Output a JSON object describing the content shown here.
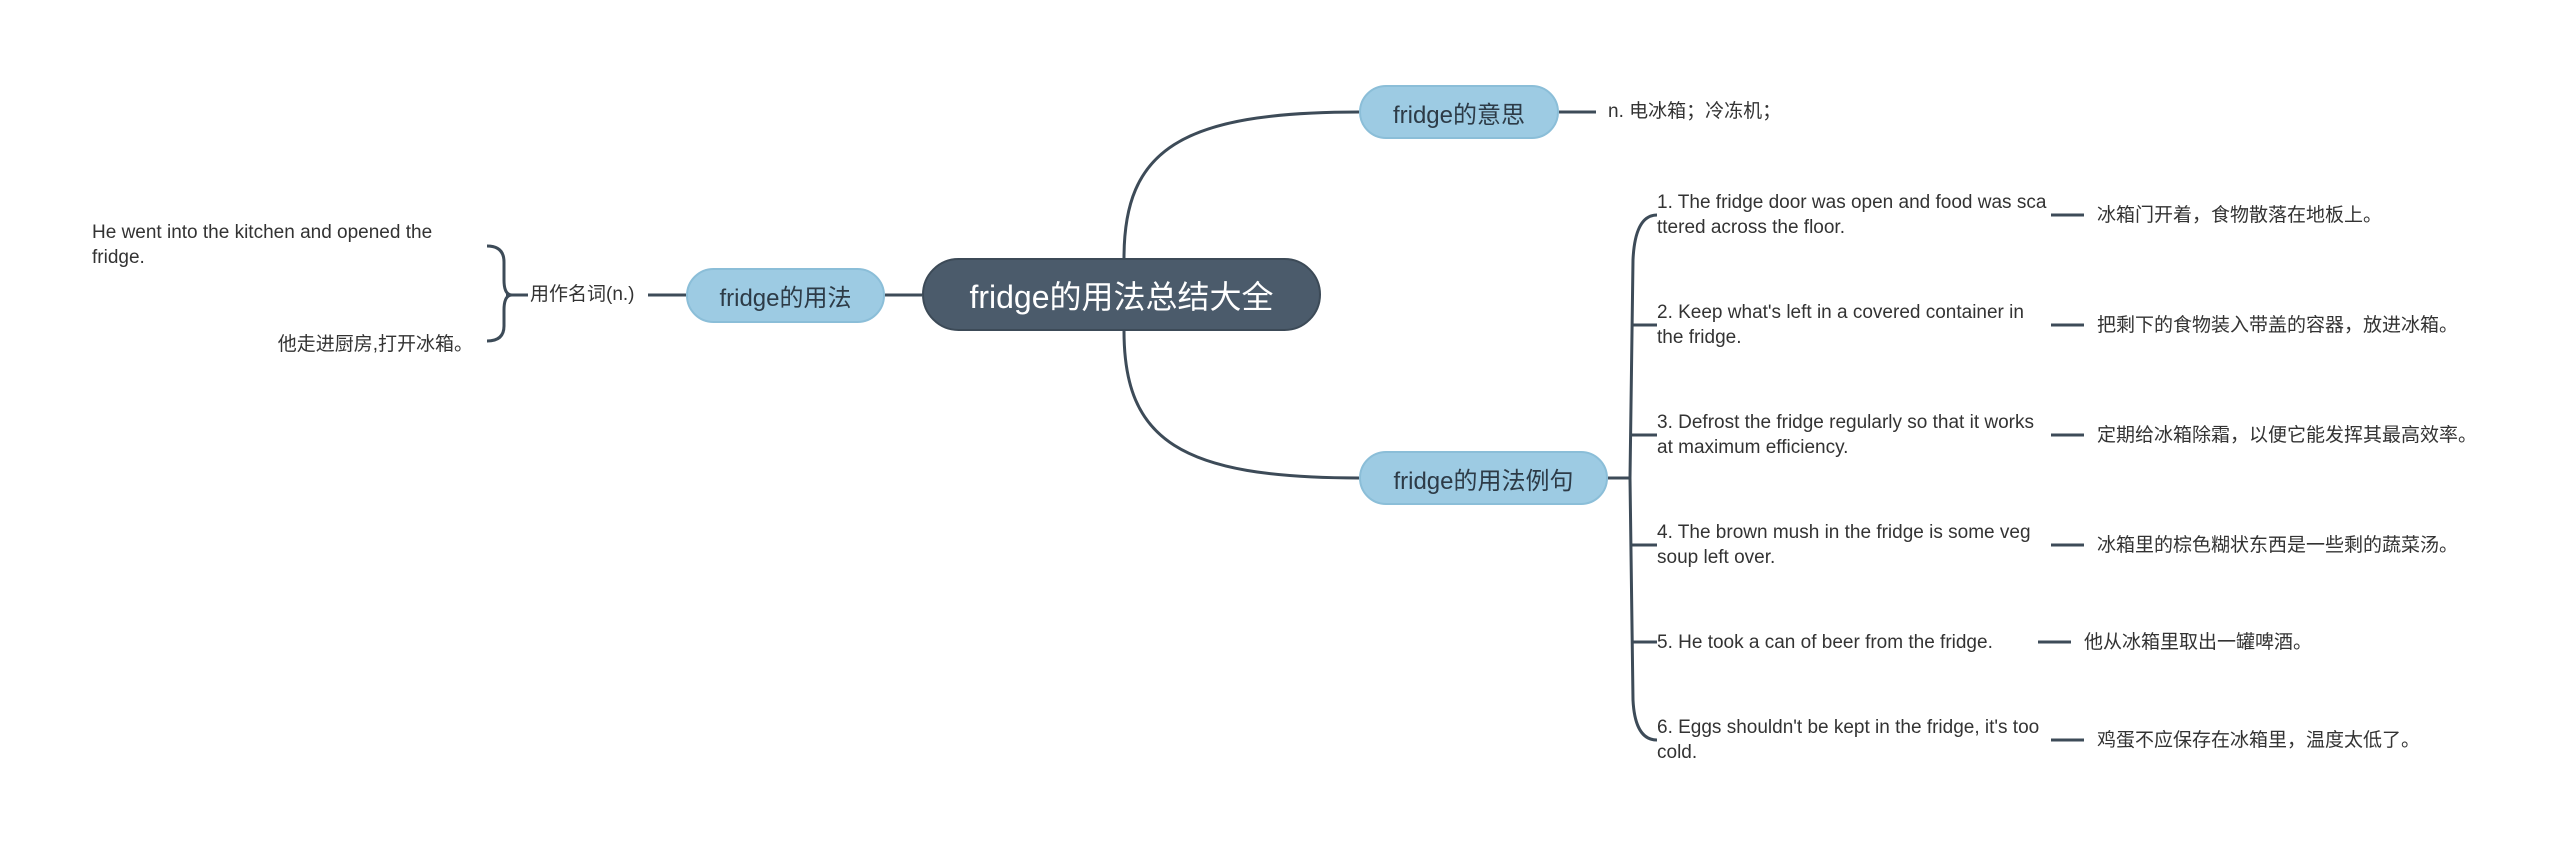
{
  "root": {
    "label": "fridge的用法总结大全"
  },
  "meaning": {
    "label": "fridge的意思",
    "definition": "n. 电冰箱；冷冻机；"
  },
  "usage": {
    "label": "fridge的用法",
    "category": "用作名词(n.)",
    "example_en": "He went into the kitchen and opened the fridge.",
    "example_zh": "他走进厨房,打开冰箱。"
  },
  "examples": {
    "label": "fridge的用法例句",
    "items": [
      {
        "en": "1. The fridge door was open and food was scattered across the floor.",
        "zh": "冰箱门开着，食物散落在地板上。"
      },
      {
        "en": "2. Keep what's left in a covered container in the fridge.",
        "zh": "把剩下的食物装入带盖的容器，放进冰箱。"
      },
      {
        "en": "3. Defrost the fridge regularly so that it works at maximum efficiency.",
        "zh": "定期给冰箱除霜，以便它能发挥其最高效率。"
      },
      {
        "en": "4. The brown mush in the fridge is some veg soup left over.",
        "zh": "冰箱里的棕色糊状东西是一些剩的蔬菜汤。"
      },
      {
        "en": "5. He took a can of beer from the fridge.",
        "zh": "他从冰箱里取出一罐啤酒。"
      },
      {
        "en": "6. Eggs shouldn't be kept in the fridge, it's too cold.",
        "zh": "鸡蛋不应保存在冰箱里，温度太低了。"
      }
    ]
  },
  "colors": {
    "root": "#4b5b6b",
    "branch": "#9dcbe3",
    "line": "#3d4b58"
  }
}
